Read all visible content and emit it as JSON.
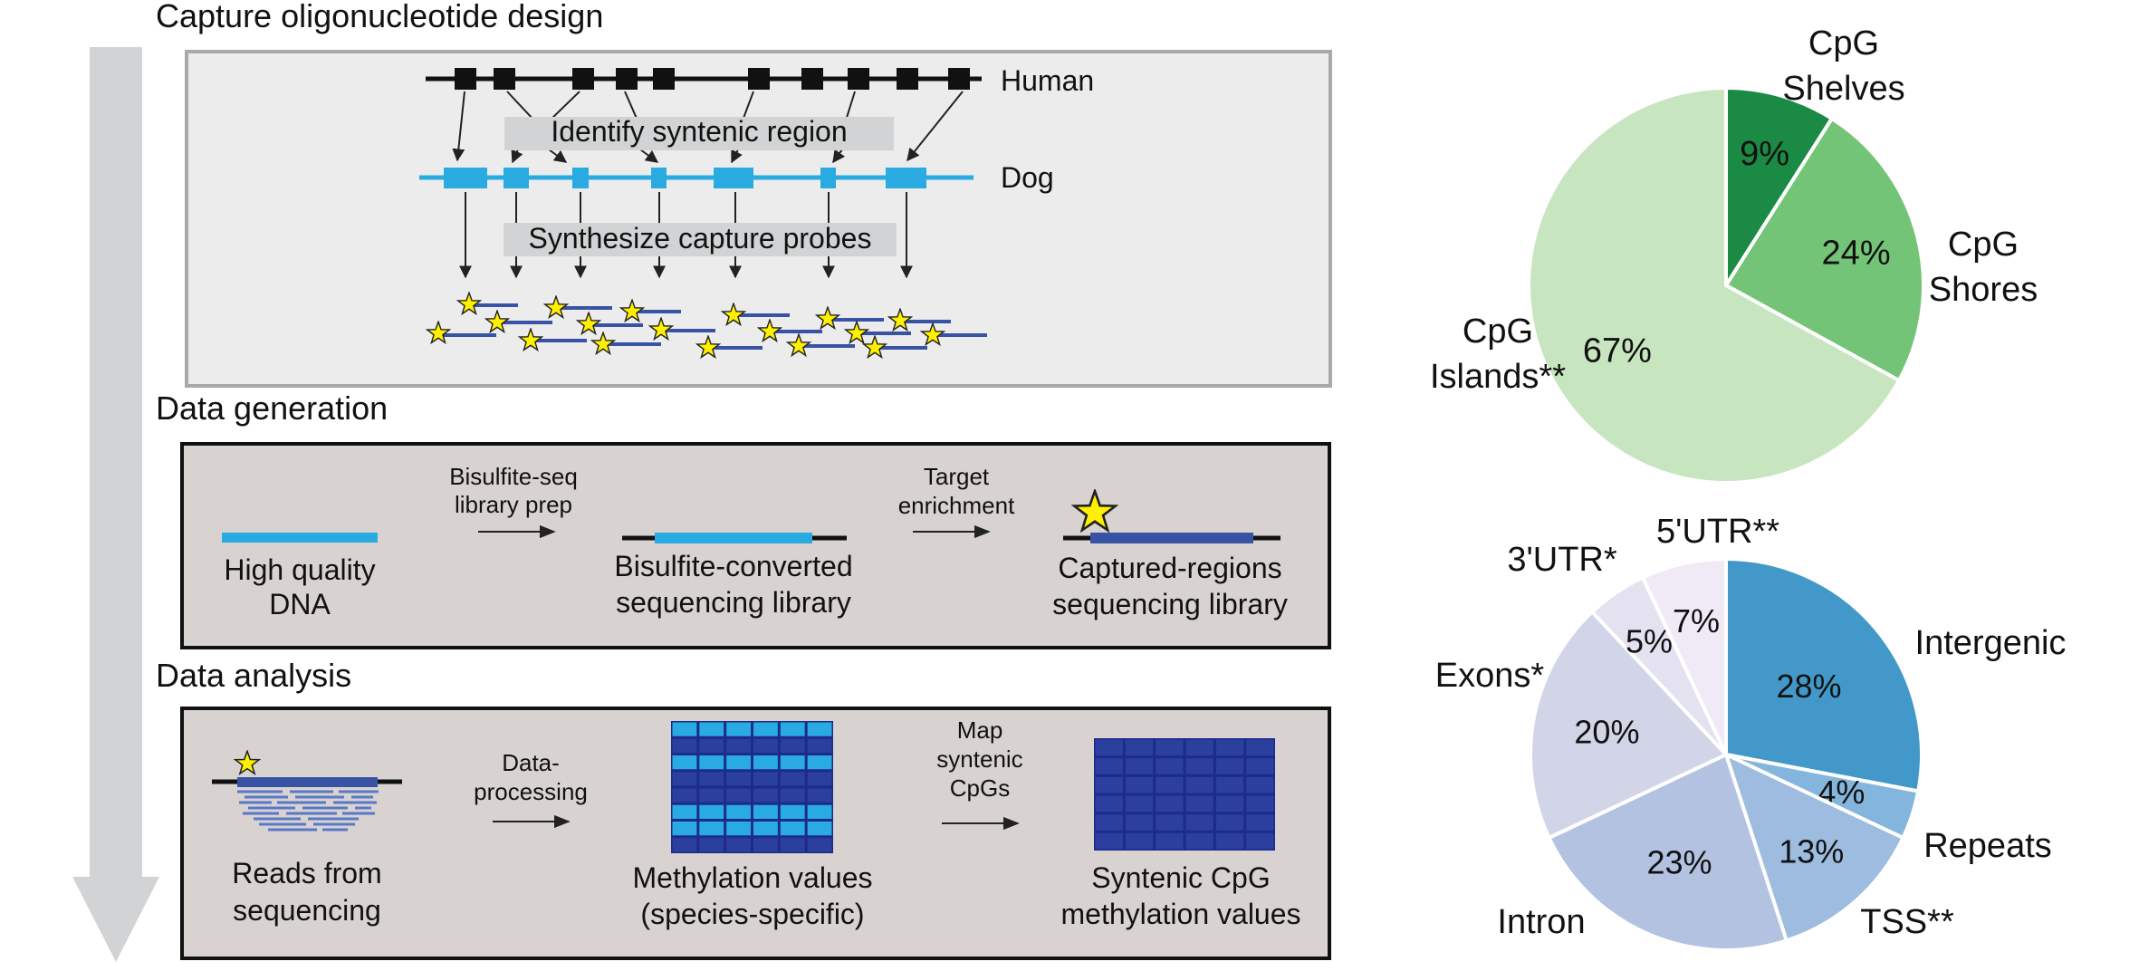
{
  "sections": {
    "capture": "Capture oligonucleotide design",
    "generation": "Data generation",
    "analysis": "Data analysis"
  },
  "capture": {
    "species_top": "Human",
    "species_bottom": "Dog",
    "step1": "Identify syntenic region",
    "step2": "Synthesize capture probes"
  },
  "generation": {
    "item1": [
      "High quality",
      "DNA"
    ],
    "arrow1": [
      "Bisulfite-seq",
      "library prep"
    ],
    "item2": [
      "Bisulfite-converted",
      "sequencing library"
    ],
    "arrow2": [
      "Target",
      "enrichment"
    ],
    "item3": [
      "Captured-regions",
      "sequencing library"
    ]
  },
  "analysis": {
    "item1": [
      "Reads from",
      "sequencing"
    ],
    "arrow1": [
      "Data-",
      "processing"
    ],
    "item2": [
      "Methylation values",
      "(species-specific)"
    ],
    "arrow2": [
      "Map",
      "syntenic",
      "CpGs"
    ],
    "item3": [
      "Syntenic CpG",
      "methylation values"
    ]
  },
  "colors": {
    "probe_blue": "#29abe2",
    "read_navy": "#3953a4",
    "star_yellow": "#ffef00",
    "panel_light": "#ececec",
    "panel_mid": "#d8d3d1",
    "flow_arrow": "#d1d3d4"
  },
  "chart_data": [
    {
      "type": "pie",
      "slices": [
        {
          "name": "CpG Shelves",
          "value": 9,
          "label": "9%",
          "color": "#1a8a44",
          "label_lines": [
            "CpG",
            "Shelves"
          ]
        },
        {
          "name": "CpG Shores",
          "value": 24,
          "label": "24%",
          "color": "#73c476",
          "label_lines": [
            "CpG",
            "Shores"
          ]
        },
        {
          "name": "CpG Islands**",
          "value": 67,
          "label": "67%",
          "color": "#c7e6c0",
          "label_lines": [
            "CpG",
            "Islands**"
          ]
        }
      ]
    },
    {
      "type": "pie",
      "slices": [
        {
          "name": "Intergenic",
          "value": 28,
          "label": "28%",
          "color": "#4299c9",
          "label_lines": [
            "Intergenic"
          ]
        },
        {
          "name": "Repeats",
          "value": 4,
          "label": "4%",
          "color": "#84b5dc",
          "label_lines": [
            "Repeats"
          ]
        },
        {
          "name": "TSS**",
          "value": 13,
          "label": "13%",
          "color": "#9dbce0",
          "label_lines": [
            "TSS**"
          ]
        },
        {
          "name": "Intron",
          "value": 23,
          "label": "23%",
          "color": "#b2c2e0",
          "label_lines": [
            "Intron"
          ]
        },
        {
          "name": "Exons*",
          "value": 20,
          "label": "20%",
          "color": "#d2d4e8",
          "label_lines": [
            "Exons*"
          ]
        },
        {
          "name": "3'UTR*",
          "value": 5,
          "label": "5%",
          "color": "#e4e1f0",
          "label_lines": [
            "3'UTR*"
          ]
        },
        {
          "name": "5'UTR**",
          "value": 7,
          "label": "7%",
          "color": "#efeaf5",
          "label_lines": [
            "5'UTR**"
          ]
        }
      ]
    }
  ]
}
